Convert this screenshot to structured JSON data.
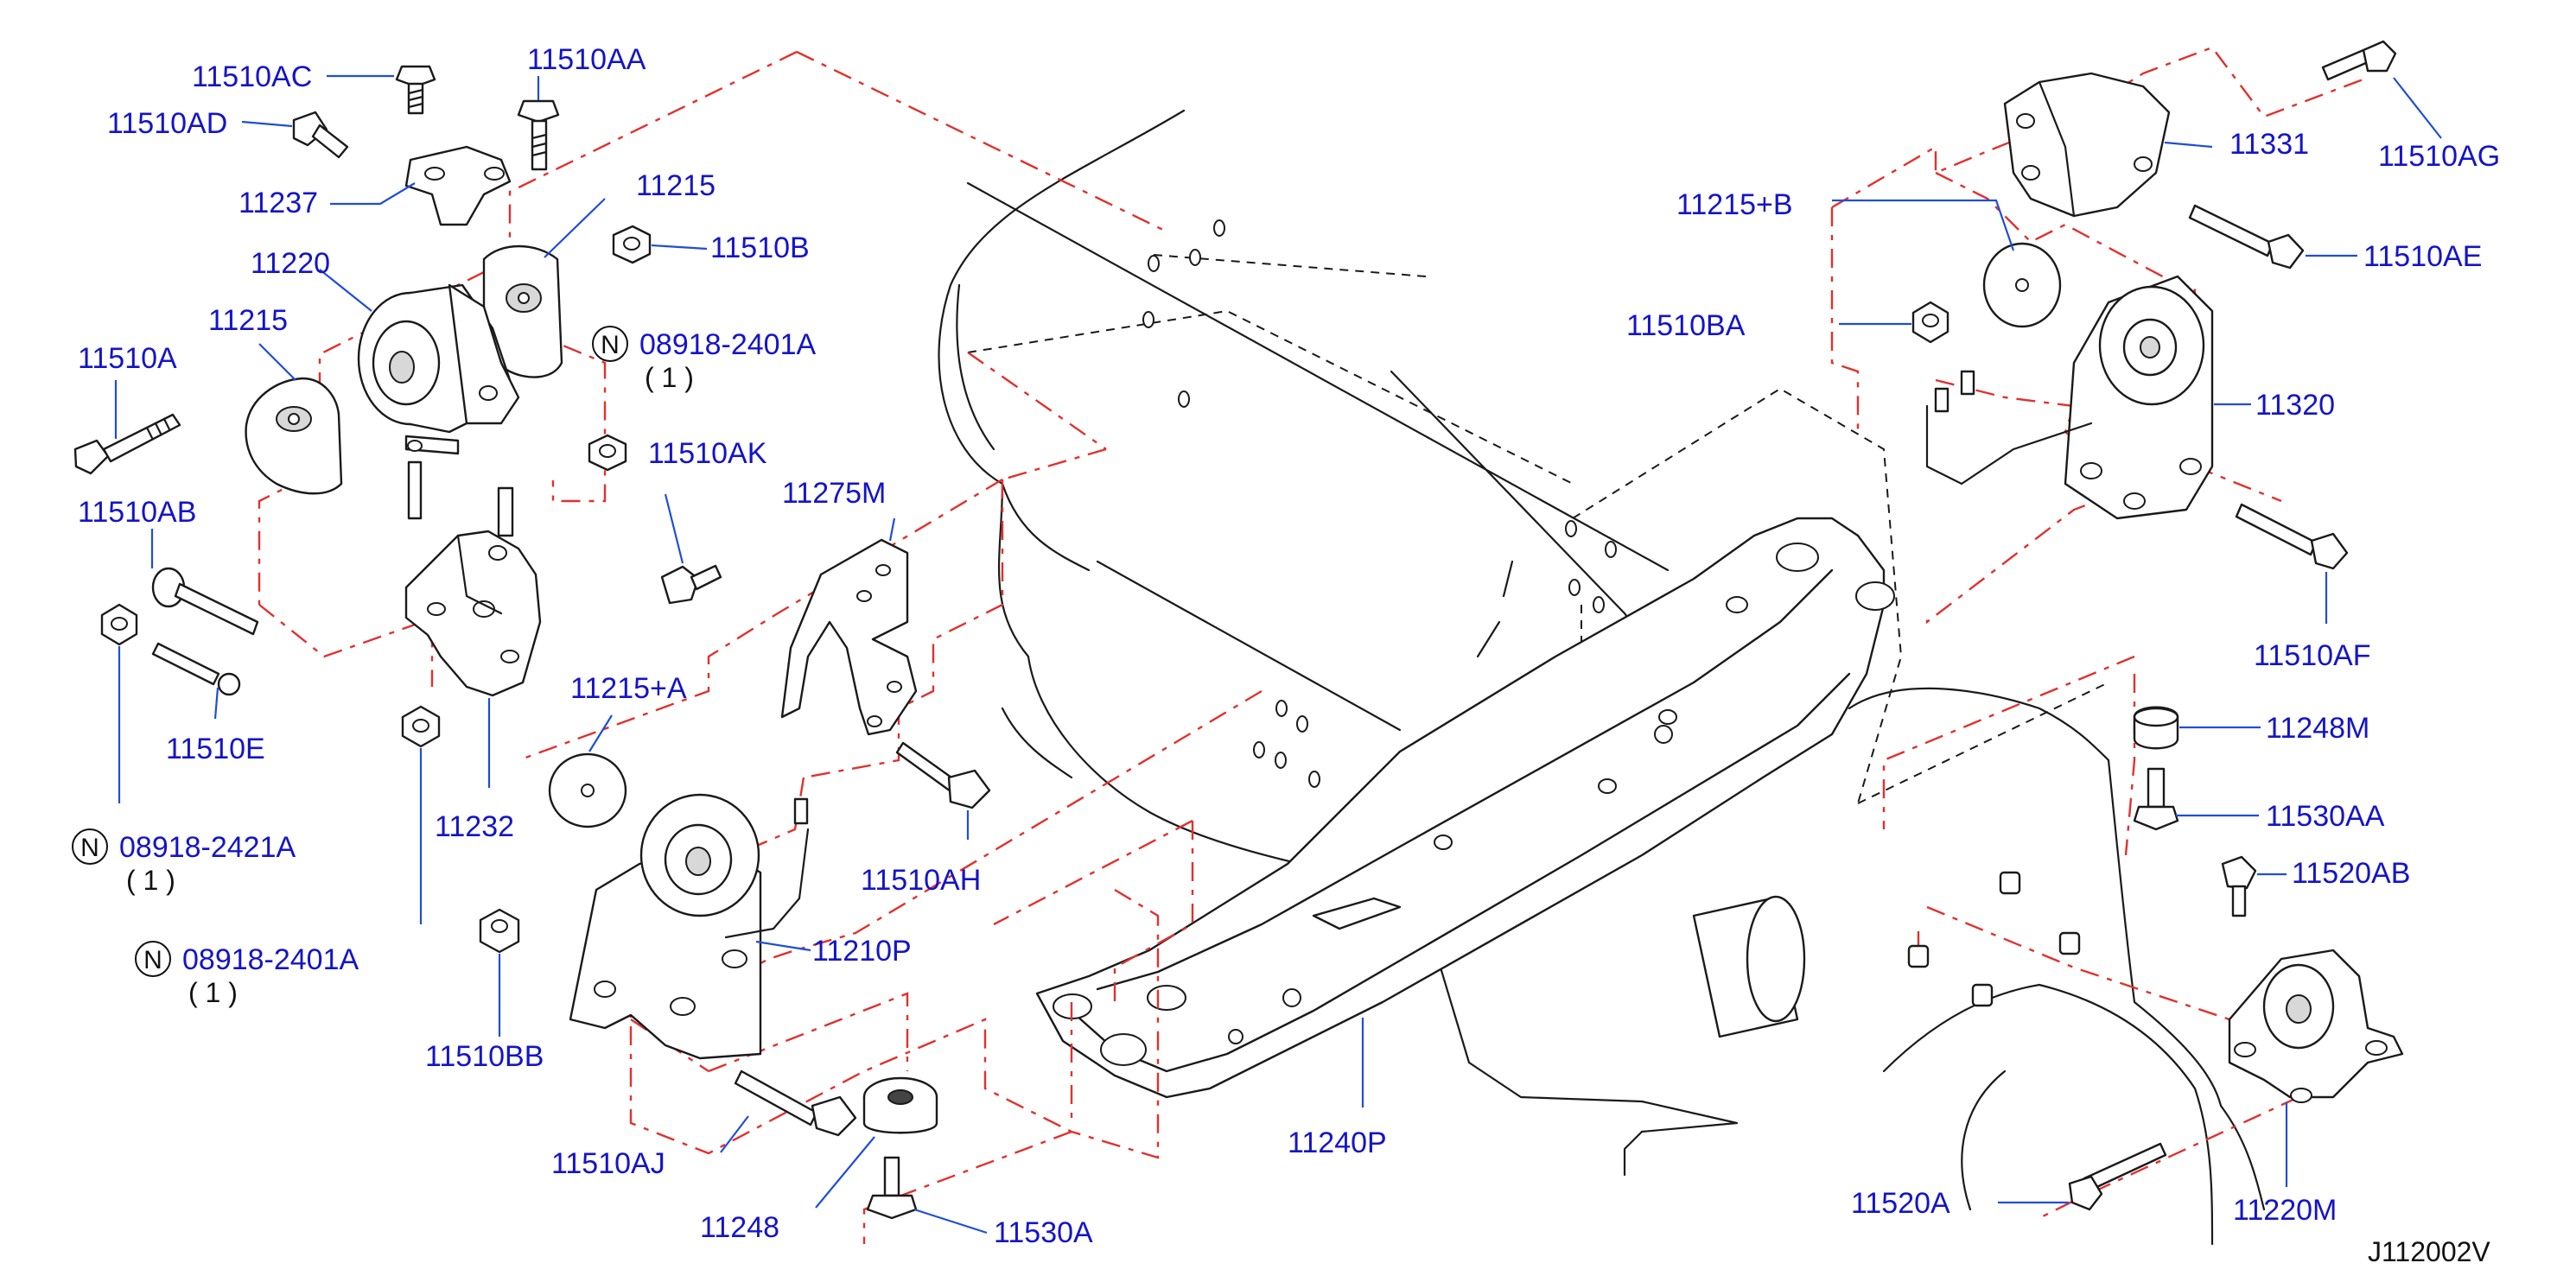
{
  "diagram": {
    "drawing_code": "J112002V",
    "colors": {
      "callout": "#1414c8",
      "leader": "#1e4ed8",
      "phantom": "#e0312e",
      "outline": "#1a1a1a"
    },
    "note_symbol": "N",
    "callouts": {
      "c_11510AC": "11510AC",
      "c_11510AA": "11510AA",
      "c_11510AD": "11510AD",
      "c_11237": "11237",
      "c_11215_top": "11215",
      "c_11220": "11220",
      "c_11510B": "11510B",
      "c_11215_left": "11215",
      "c_11510A": "11510A",
      "c_11510AB": "11510AB",
      "c_11510AK": "11510AK",
      "c_11275M": "11275M",
      "c_11510E": "11510E",
      "c_11232": "11232",
      "c_11210P": "11210P",
      "c_11510AH": "11510AH",
      "c_11510BB": "11510BB",
      "c_11510AJ": "11510AJ",
      "c_11248": "11248",
      "c_11530A": "11530A",
      "c_11240P": "11240P",
      "c_11215B": "11215+B",
      "c_11331": "11331",
      "c_11510AG": "11510AG",
      "c_11510AE": "11510AE",
      "c_11510BA": "11510BA",
      "c_11320": "11320",
      "c_11510AF": "11510AF",
      "c_11248M": "11248M",
      "c_11530AA": "11530AA",
      "c_11520AB": "11520AB",
      "c_11520A": "11520A",
      "c_11220M": "11220M",
      "c_11215A": "11215+A"
    },
    "notes": {
      "n1": {
        "part": "08918-2401A",
        "qty": "( 1 )"
      },
      "n2": {
        "part": "08918-2421A",
        "qty": "( 1 )"
      },
      "n3": {
        "part": "08918-2401A",
        "qty": "( 1 )"
      }
    }
  }
}
